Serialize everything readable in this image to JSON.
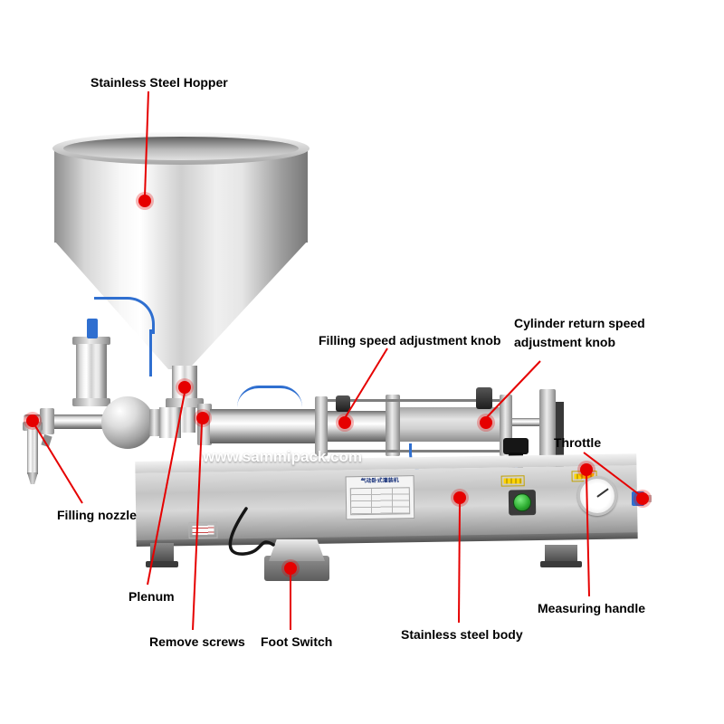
{
  "watermark": "www.sammipack.com",
  "annotations": {
    "hopper": "Stainless Steel Hopper",
    "filling_speed": "Filling speed adjustment knob",
    "cylinder_return": "Cylinder return speed adjustment knob",
    "throttle": "Throttle",
    "filling_nozzle": "Filling nozzle",
    "plenum": "Plenum",
    "remove_screws": "Remove screws",
    "foot_switch": "Foot Switch",
    "stainless_body": "Stainless steel body",
    "measuring_handle": "Measuring handle"
  },
  "machine_panel": {
    "title": "气动卧式灌装机"
  },
  "colors": {
    "marker_red": "#e60000",
    "pneumatic_blue": "#2f6fd0",
    "button_green": "#2fae33",
    "sticker_yellow": "#ffd400"
  }
}
